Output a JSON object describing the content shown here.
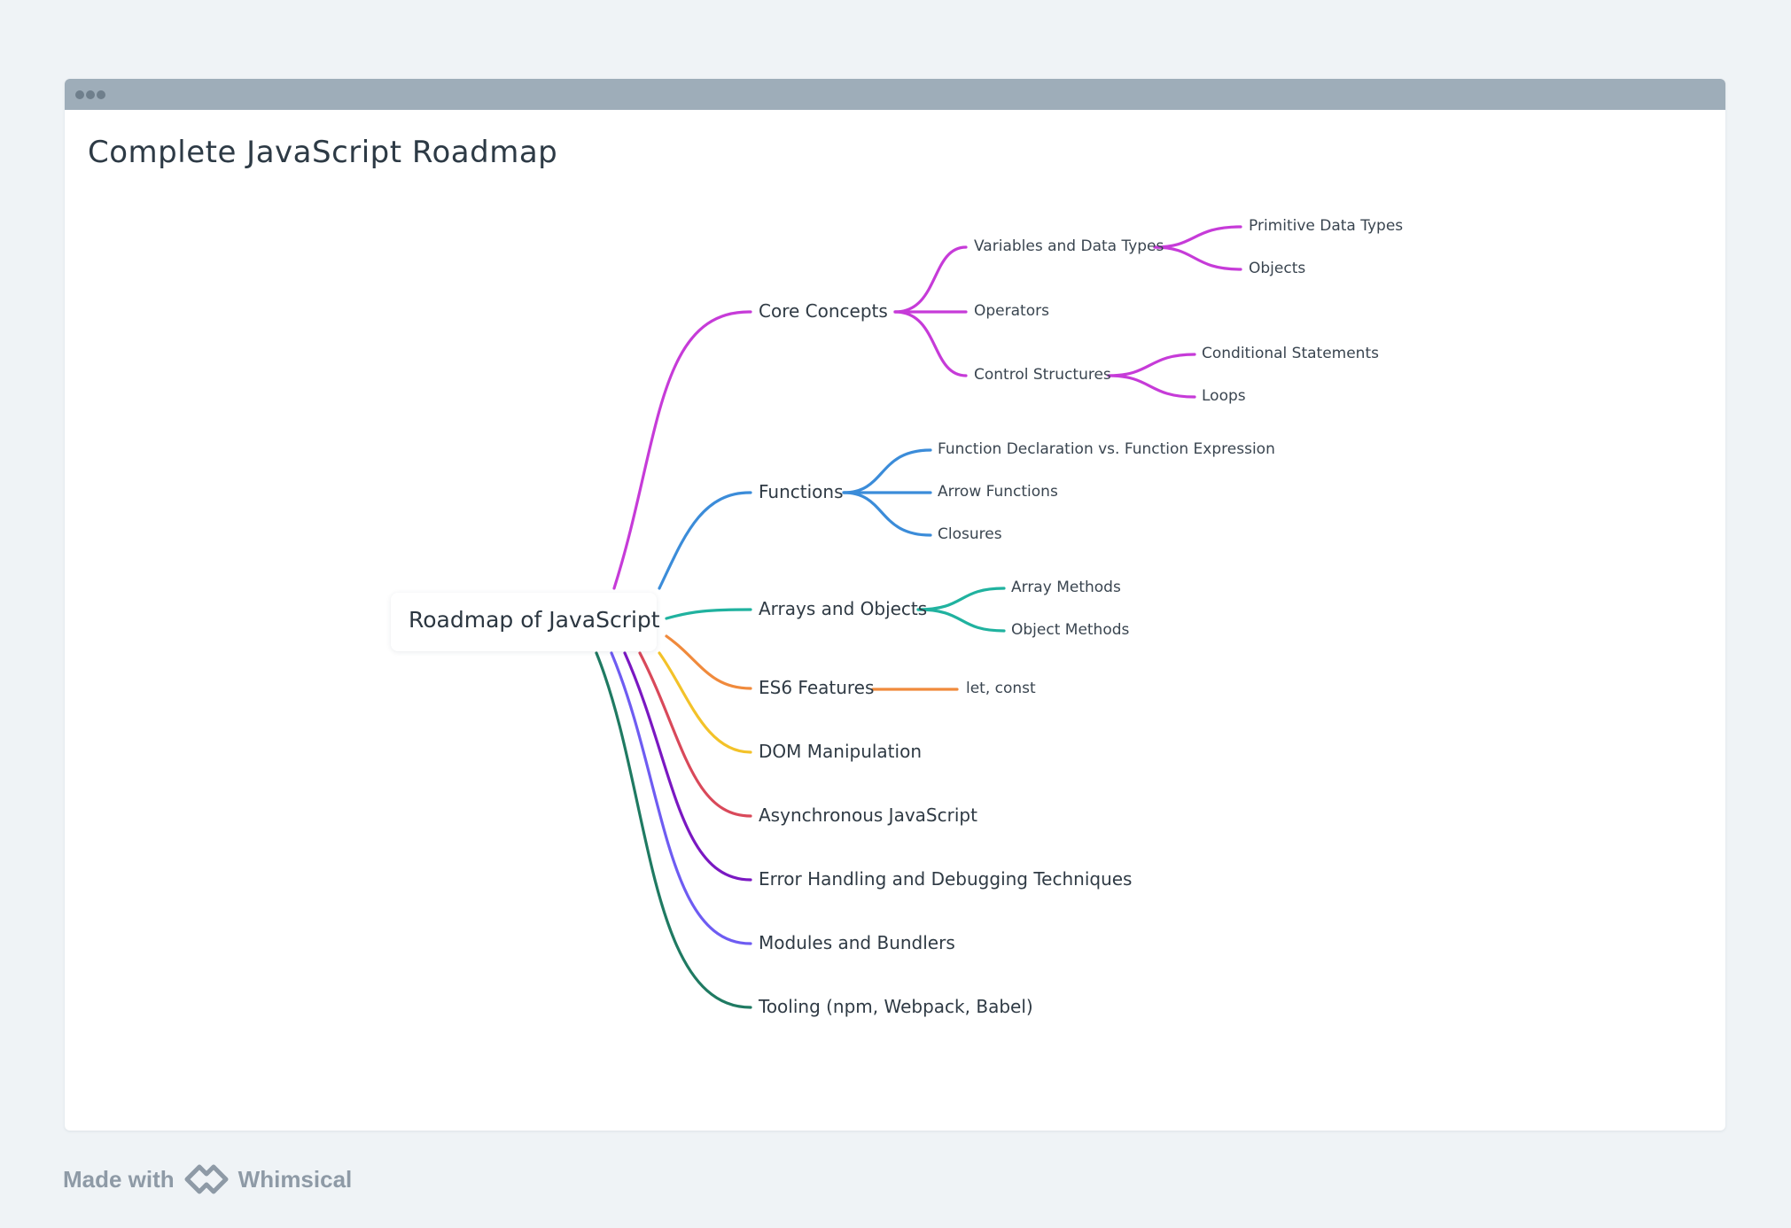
{
  "board": {
    "title": "Complete JavaScript Roadmap"
  },
  "mindmap": {
    "root": "Roadmap of JavaScript",
    "colors": {
      "core": "#c63bd8",
      "functions": "#3b8cd9",
      "arrays": "#20b29f",
      "es6": "#f08a3c",
      "dom": "#f3c229",
      "async": "#d9495a",
      "errors": "#7a18c2",
      "modules": "#6e5cf2",
      "tooling": "#1f7a62"
    },
    "branches": [
      {
        "label": "Core Concepts",
        "children": [
          {
            "label": "Variables and Data Types",
            "children": [
              "Primitive Data Types",
              "Objects"
            ]
          },
          {
            "label": "Operators",
            "children": []
          },
          {
            "label": "Control Structures",
            "children": [
              "Conditional Statements",
              "Loops"
            ]
          }
        ]
      },
      {
        "label": "Functions",
        "children": [
          {
            "label": "Function Declaration vs. Function Expression"
          },
          {
            "label": "Arrow Functions"
          },
          {
            "label": "Closures"
          }
        ]
      },
      {
        "label": "Arrays and Objects",
        "children": [
          {
            "label": "Array Methods"
          },
          {
            "label": "Object Methods"
          }
        ]
      },
      {
        "label": "ES6 Features",
        "children": [
          {
            "label": "let, const"
          }
        ]
      },
      {
        "label": "DOM Manipulation"
      },
      {
        "label": "Asynchronous JavaScript"
      },
      {
        "label": "Error Handling and Debugging Techniques"
      },
      {
        "label": "Modules and Bundlers"
      },
      {
        "label": "Tooling (npm, Webpack, Babel)"
      }
    ]
  },
  "footer": {
    "made_with": "Made with",
    "brand": "Whimsical",
    "logo_icon": "whimsical-logo-icon"
  }
}
